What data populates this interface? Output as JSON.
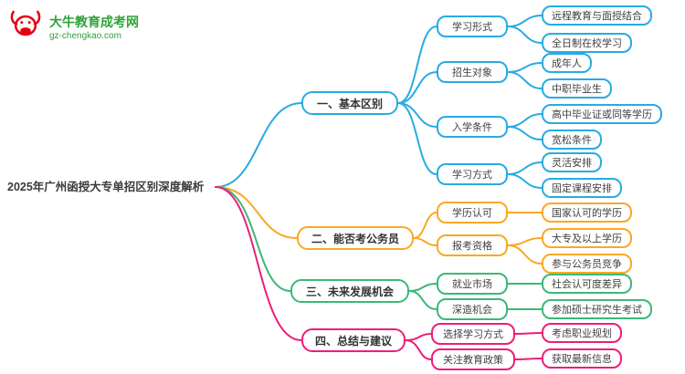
{
  "logo": {
    "title": "大牛教育成考网",
    "url": "gz-chengkao.com",
    "icon": "bull-icon",
    "brand_green": "#2fa23a",
    "brand_red": "#e60012"
  },
  "root": {
    "label": "2025年广州函授大专单招区别深度解析"
  },
  "colors": {
    "branch1": "#29abe2",
    "branch2": "#f9a825",
    "branch3": "#3cb878",
    "branch4": "#ed1e79",
    "background": "#ffffff"
  },
  "branches": [
    {
      "label": "一、基本区别",
      "color": "#29abe2",
      "children": [
        {
          "label": "学习形式",
          "children": [
            {
              "label": "远程教育与面授结合"
            },
            {
              "label": "全日制在校学习"
            }
          ]
        },
        {
          "label": "招生对象",
          "children": [
            {
              "label": "成年人"
            },
            {
              "label": "中职毕业生"
            }
          ]
        },
        {
          "label": "入学条件",
          "children": [
            {
              "label": "高中毕业证或同等学历"
            },
            {
              "label": "宽松条件"
            }
          ]
        },
        {
          "label": "学习方式",
          "children": [
            {
              "label": "灵活安排"
            },
            {
              "label": "固定课程安排"
            }
          ]
        }
      ]
    },
    {
      "label": "二、能否考公务员",
      "color": "#f9a825",
      "children": [
        {
          "label": "学历认可",
          "children": [
            {
              "label": "国家认可的学历"
            }
          ]
        },
        {
          "label": "报考资格",
          "children": [
            {
              "label": "大专及以上学历"
            },
            {
              "label": "参与公务员竞争"
            }
          ]
        }
      ]
    },
    {
      "label": "三、未来发展机会",
      "color": "#3cb878",
      "children": [
        {
          "label": "就业市场",
          "children": [
            {
              "label": "社会认可度差异"
            }
          ]
        },
        {
          "label": "深造机会",
          "children": [
            {
              "label": "参加硕士研究生考试"
            }
          ]
        }
      ]
    },
    {
      "label": "四、总结与建议",
      "color": "#ed1e79",
      "children": [
        {
          "label": "选择学习方式",
          "children": [
            {
              "label": "考虑职业规划"
            }
          ]
        },
        {
          "label": "关注教育政策",
          "children": [
            {
              "label": "获取最新信息"
            }
          ]
        }
      ]
    }
  ]
}
